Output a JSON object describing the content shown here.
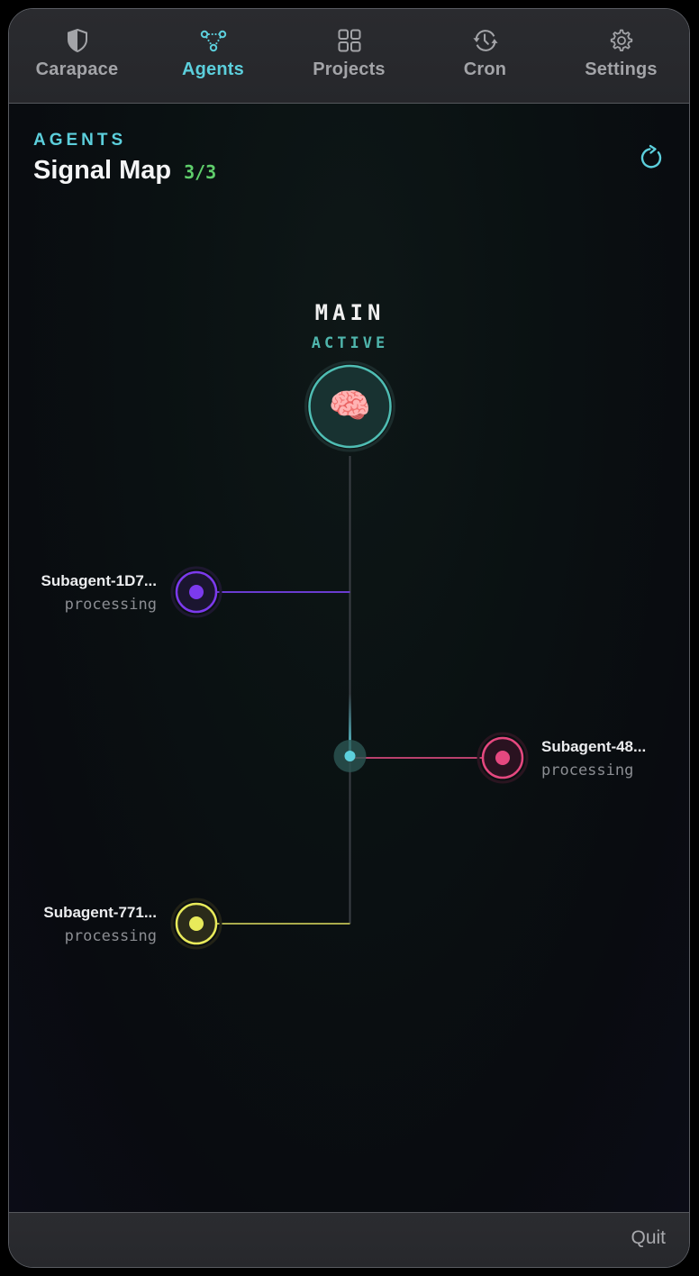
{
  "tabs": [
    {
      "label": "Carapace",
      "icon": "shield-icon",
      "active": false
    },
    {
      "label": "Agents",
      "icon": "agents-network-icon",
      "active": true
    },
    {
      "label": "Projects",
      "icon": "grid-icon",
      "active": false
    },
    {
      "label": "Cron",
      "icon": "clock-history-icon",
      "active": false
    },
    {
      "label": "Settings",
      "icon": "gear-icon",
      "active": false
    }
  ],
  "header": {
    "eyebrow": "AGENTS",
    "title": "Signal Map",
    "count": "3/3",
    "refresh_icon": "refresh-icon"
  },
  "main_agent": {
    "label": "MAIN",
    "status": "ACTIVE",
    "emoji": "🧠",
    "color": "#4fbdb3"
  },
  "subagents": [
    {
      "name": "Subagent-1D7...",
      "status": "processing",
      "color": "#7c3aed",
      "side": "left"
    },
    {
      "name": "Subagent-48...",
      "status": "processing",
      "color": "#e5487f",
      "side": "right"
    },
    {
      "name": "Subagent-771...",
      "status": "processing",
      "color": "#e8ea5a",
      "side": "left"
    }
  ],
  "footer": {
    "quit_label": "Quit"
  },
  "colors": {
    "accent": "#5ccfdc",
    "count_green": "#5fce6b"
  }
}
